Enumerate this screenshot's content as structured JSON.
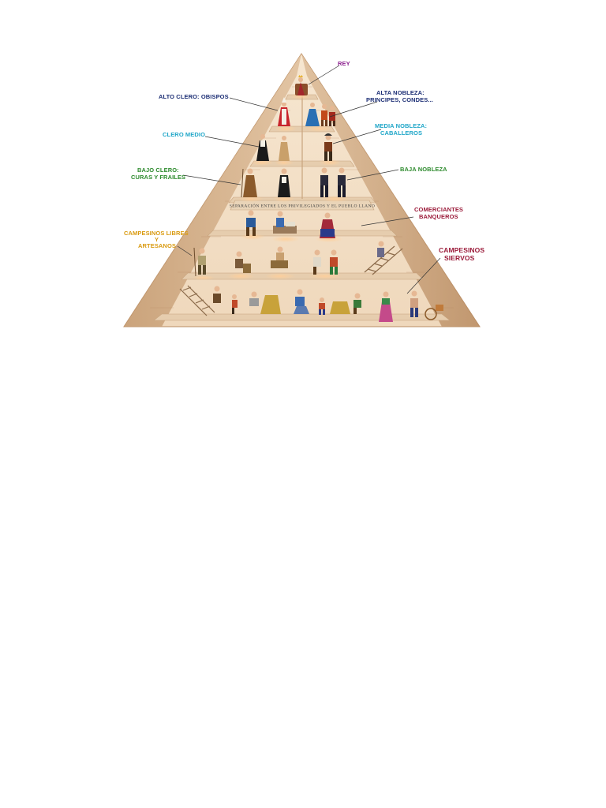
{
  "colors": {
    "rey": "#8b1e8e",
    "alto_clero": "#1d2f75",
    "alta_nobleza": "#1d2f75",
    "clero_medio": "#1fa6c8",
    "media_nobleza": "#1fa6c8",
    "bajo_clero": "#2e8b2e",
    "baja_nobleza": "#2e8b2e",
    "comerciantes": "#9b1b3a",
    "campesinos_libres": "#d99a10",
    "campesinos_siervos": "#9b1b3a",
    "pyramid_side": "#c9a27a",
    "pyramid_face": "#f2ddc2",
    "shelf": "#e8d2b6"
  },
  "labels": {
    "rey": "REY",
    "alto_clero": "ALTO CLERO: OBISPOS",
    "alta_nobleza_1": "ALTA NOBLEZA:",
    "alta_nobleza_2": "PRINCIPES, CONDES...",
    "clero_medio": "CLERO MEDIO",
    "media_nobleza_1": "MEDIA NOBLEZA:",
    "media_nobleza_2": "CABALLEROS",
    "bajo_clero_1": "BAJO CLERO:",
    "bajo_clero_2": "CURAS Y FRAILES",
    "baja_nobleza": "BAJA NOBLEZA",
    "separacion": "SEPARACIÓN ENTRE LOS PRIVILEGIADOS Y EL PUEBLO LLANO",
    "comerciantes_1": "COMERCIANTES",
    "comerciantes_2": "BANQUEROS",
    "campesinos_libres_1": "CAMPESINOS LIBRES",
    "campesinos_libres_2": "Y",
    "campesinos_libres_3": "ARTESANOS",
    "campesinos_siervos_1": "CAMPESINOS",
    "campesinos_siervos_2": "SIERVOS"
  }
}
